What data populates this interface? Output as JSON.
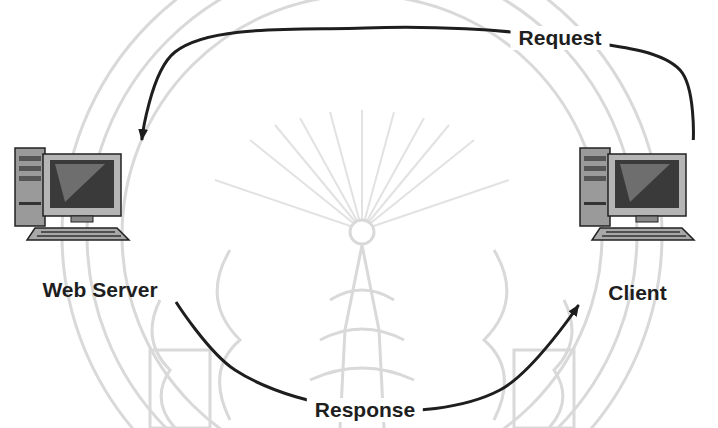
{
  "diagram": {
    "nodes": [
      {
        "text": [
          "Web Server"
        ]
      },
      {
        "text": [
          "Client"
        ]
      }
    ],
    "edges": [
      {
        "from": 1,
        "to": 0,
        "label": "Request",
        "arrow": "to"
      },
      {
        "from": 0,
        "to": 1,
        "label": "Response",
        "arrow": "to"
      }
    ]
  }
}
